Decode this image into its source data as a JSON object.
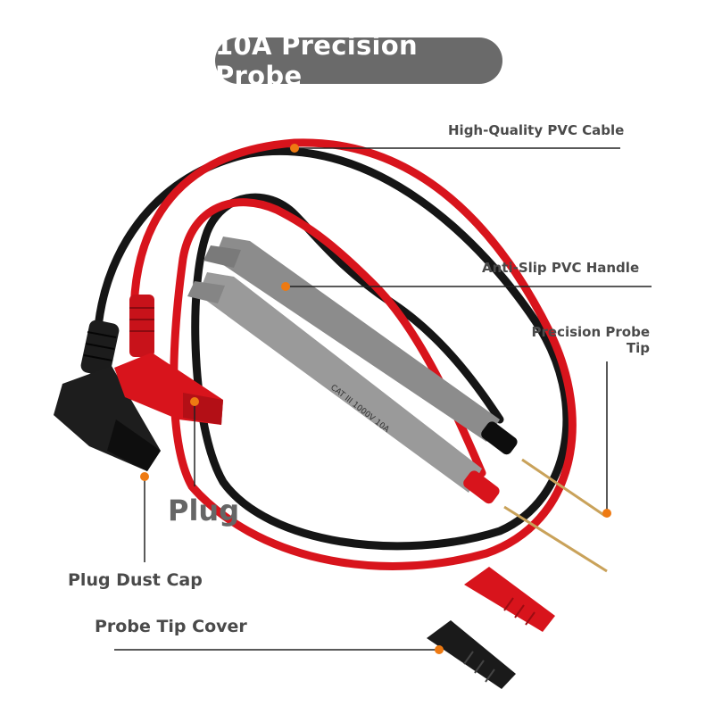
{
  "title": "10A Precision Probe",
  "labels": {
    "cable": "High-Quality PVC Cable",
    "handle": "Anti-Slip PVC Handle",
    "tip_line1": "Precision Probe",
    "tip_line2": "Tip",
    "plug": "Plug",
    "dust_cap": "Plug Dust Cap",
    "tip_cover": "Probe Tip Cover"
  },
  "handle_print": "CAT III 1000V 10A",
  "colors": {
    "red_lead": "#d8141c",
    "black_lead": "#151515",
    "handle_gray": "#8e8e8e",
    "callout_dot": "#ee7a12",
    "title_bg": "#6a6a6a"
  }
}
